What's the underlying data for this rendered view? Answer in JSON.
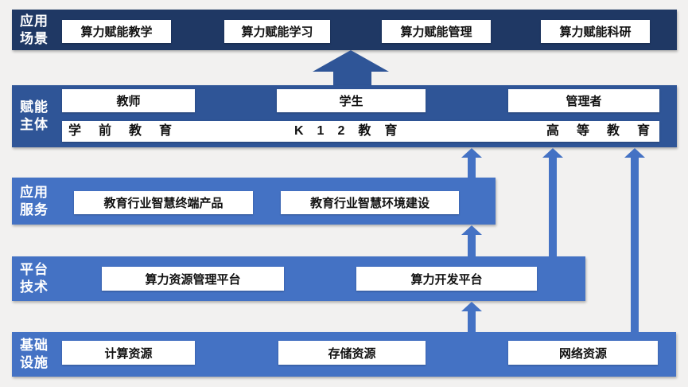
{
  "colors": {
    "background": "#f2f1f0",
    "layer_app_scenarios": "#1f3864",
    "layer_subjects": "#2f5597",
    "layer_lower_bands": "#4472c4",
    "arrow_block": "#2f5597",
    "arrow_thin": "#4472c4",
    "node_bg": "#ffffff",
    "node_text": "#111111",
    "label_text": "#ffffff"
  },
  "layers": [
    {
      "label_lines": [
        "应用",
        "场景"
      ],
      "boxes": [
        "算力赋能教学",
        "算力赋能学习",
        "算力赋能管理",
        "算力赋能科研"
      ]
    },
    {
      "label_lines": [
        "赋能",
        "主体"
      ],
      "boxes": [
        "教师",
        "学生",
        "管理者"
      ],
      "education_stages": [
        "学前教育",
        "K12教育",
        "高等教育"
      ]
    },
    {
      "label_lines": [
        "应用",
        "服务"
      ],
      "boxes": [
        "教育行业智慧终端产品",
        "教育行业智慧环境建设"
      ]
    },
    {
      "label_lines": [
        "平台",
        "技术"
      ],
      "boxes": [
        "算力资源管理平台",
        "算力开发平台"
      ]
    },
    {
      "label_lines": [
        "基础",
        "设施"
      ],
      "boxes": [
        "计算资源",
        "存储资源",
        "网络资源"
      ]
    }
  ]
}
